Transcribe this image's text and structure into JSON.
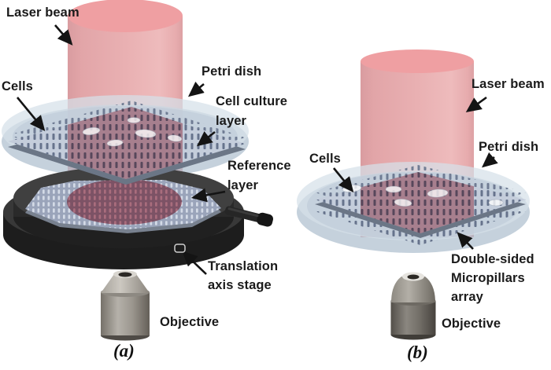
{
  "panels": {
    "a": {
      "caption": "(a)",
      "labels": {
        "laser_beam": "Laser beam",
        "cells": "Cells",
        "petri_dish": "Petri dish",
        "cell_culture_line1": "Cell culture",
        "cell_culture_line2": "layer",
        "reference_line1": "Reference",
        "reference_line2": "layer",
        "translation_line1": "Translation",
        "translation_line2": "axis stage",
        "objective": "Objective"
      }
    },
    "b": {
      "caption": "(b)",
      "labels": {
        "laser_beam": "Laser beam",
        "cells": "Cells",
        "petri_dish": "Petri dish",
        "double_sided_line1": "Double-sided",
        "double_sided_line2": "Micropillars",
        "double_sided_line3": "array",
        "objective": "Objective"
      }
    }
  },
  "colors": {
    "background": "#ffffff",
    "label_text": "#1a1a1a",
    "laser_beam": "#e8aeb0",
    "laser_beam_top": "#ef9fa2",
    "laser_on_array": "#d48d95",
    "petri_dish": "#cdd9e6",
    "micropillar_plate": "#c4cddb",
    "micropillar": "#66738c",
    "plate_edge": "#6b7686",
    "stage_dark": "#2a2a2a",
    "objective_gray": "#8d8982",
    "arrow": "#141414"
  }
}
